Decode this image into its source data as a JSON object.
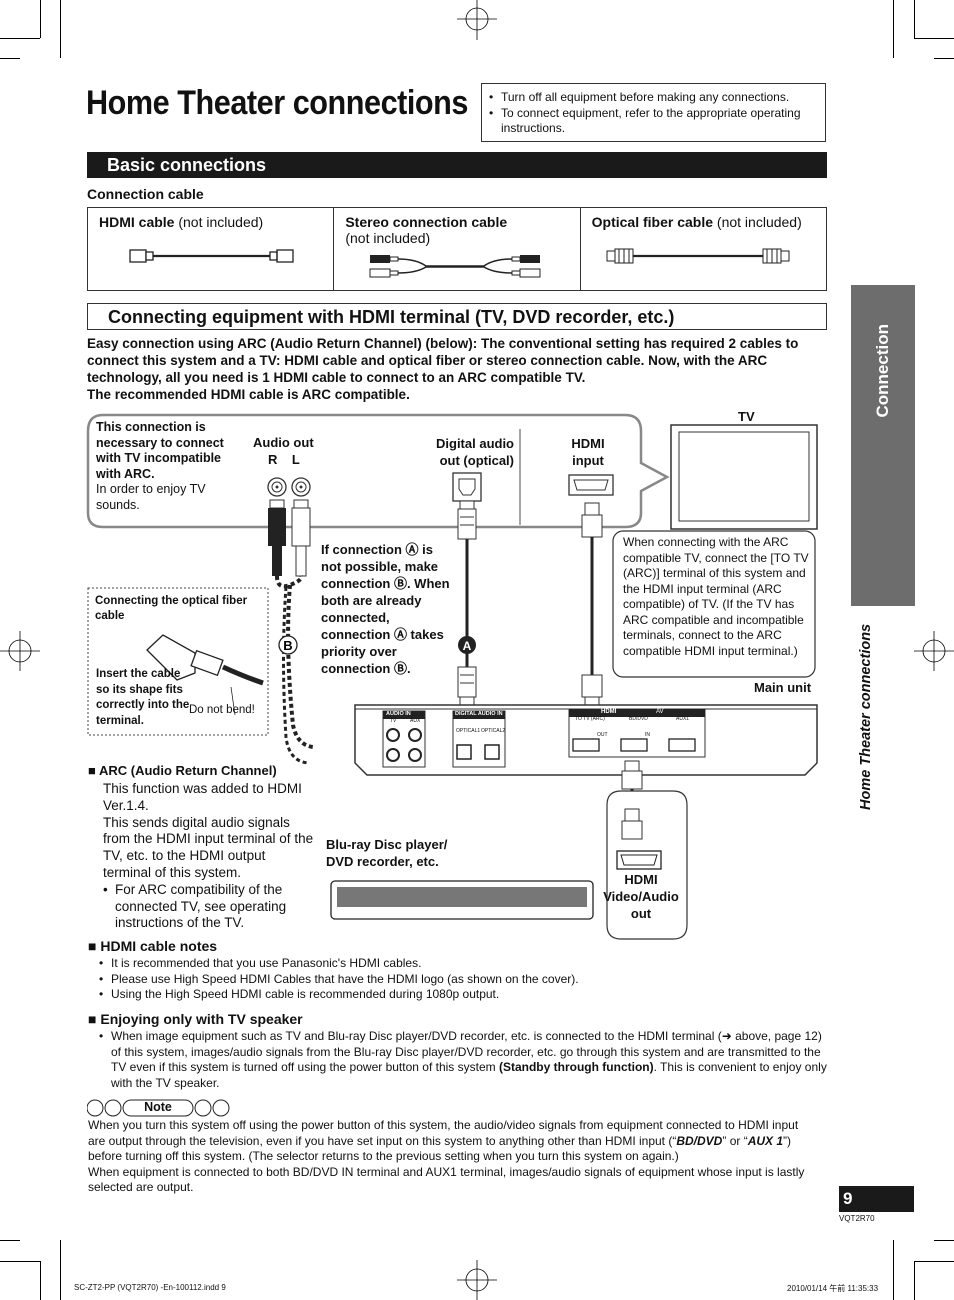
{
  "page_title": "Home Theater connections",
  "precautions": [
    "Turn off all equipment before making any connections.",
    "To connect equipment, refer to the appropriate operating instructions."
  ],
  "basic_connections": {
    "title": "Basic connections",
    "cable_label": "Connection cable",
    "cables": [
      {
        "name": "HDMI cable",
        "note": "(not included)"
      },
      {
        "name": "Stereo connection cable",
        "note": "(not included)"
      },
      {
        "name": "Optical fiber cable",
        "note": "(not included)"
      }
    ]
  },
  "hdmi_section": {
    "title": "Connecting equipment with HDMI terminal (TV, DVD recorder, etc.)",
    "intro": "Easy connection using ARC (Audio Return Channel) (below): The conventional setting has required 2 cables to connect this system and a TV: HDMI cable and optical fiber or stereo connection cable. Now, with the ARC technology, all you need is 1 HDMI cable to connect to an ARC compatible TV.",
    "recommended": "The recommended HDMI cable is ARC compatible."
  },
  "diagram": {
    "tv_label": "TV",
    "arc_note_bold": "This connection is necessary to connect with TV incompatible with ARC.",
    "arc_note_normal": "In order to enjoy TV sounds.",
    "audio_out": "Audio out",
    "audio_rl": "R    L",
    "digital_audio": "Digital audio out (optical)",
    "hdmi_input": "HDMI input",
    "if_connection": "If connection Ⓐ is not possible, make connection Ⓑ. When both are already connected, connection Ⓐ takes priority over connection Ⓑ.",
    "arc_callout": "When connecting with the ARC compatible TV, connect the [TO TV (ARC)] terminal of this system and the HDMI input terminal (ARC compatible) of TV. (If the TV has ARC compatible and incompatible terminals, connect to the ARC compatible HDMI input terminal.)",
    "main_unit": "Main unit",
    "optical_title": "Connecting the optical fiber cable",
    "optical_insert": "Insert the cable so its shape fits correctly into the terminal.",
    "do_not_bend": "Do not bend!",
    "marker_a": "A",
    "marker_b": "B",
    "bluray": "Blu-ray Disc player/ DVD recorder, etc.",
    "hdmi_av_out": "HDMI Video/Audio out",
    "panel_audio_in": "AUDIO IN",
    "panel_tv": "TV",
    "panel_aux": "AUX",
    "panel_digital": "DIGITAL AUDIO IN",
    "panel_optical1": "OPTICAL1",
    "panel_optical2": "OPTICAL2",
    "panel_hdmi": "HDMI",
    "panel_av": "AV",
    "panel_totv": "TO TV (ARC)",
    "panel_bddvd": "BD/DVD",
    "panel_aux1": "AUX1",
    "panel_out": "OUT",
    "panel_in": "IN"
  },
  "arc_section": {
    "heading": "ARC (Audio Return Channel)",
    "p1": "This function was added to HDMI Ver.1.4.",
    "p2": "This sends digital audio signals from the HDMI input terminal of the TV, etc. to the HDMI output terminal of this system.",
    "bullet": "For ARC compatibility of the connected TV, see operating instructions of the TV."
  },
  "hdmi_notes": {
    "heading": "HDMI cable notes",
    "items": [
      "It is recommended that you use Panasonic's HDMI cables.",
      "Please use High Speed HDMI Cables that have the HDMI logo (as shown on the cover).",
      "Using the High Speed HDMI cable is recommended during 1080p output."
    ]
  },
  "tv_speaker": {
    "heading": "Enjoying only with TV speaker",
    "text_a": "When image equipment such as TV and Blu-ray Disc player/DVD recorder, etc. is connected to the HDMI terminal (➜ above, page 12) of this system, images/audio signals from the Blu-ray Disc player/DVD recorder, etc. go through this system and are transmitted to the TV even if this system is turned off using the power button of this system ",
    "text_bold": "(Standby through function)",
    "text_b": ". This is convenient to enjoy only with the TV speaker."
  },
  "note": {
    "label": "Note",
    "p1_a": "When you turn this system off using the power button of this system, the audio/video signals from equipment connected to HDMI input are output through the television, even if you have set input on this system to anything other than HDMI input (“",
    "p1_b": "BD/DVD",
    "p1_c": "” or “",
    "p1_d": "AUX 1",
    "p1_e": "”) before turning off this system. (The selector returns to the previous setting when you turn this system on again.)",
    "p2": "When equipment is connected to both BD/DVD IN terminal and AUX1 terminal, images/audio signals of equipment whose input is lastly selected are output."
  },
  "side_tab": "Connection",
  "side_section": "Home Theater connections",
  "page_number": "9",
  "doc_code": "VQT2R70",
  "footer_file": "SC-ZT2-PP (VQT2R70) -En-100112.indd   9",
  "footer_date": "2010/01/14   午前 11:35:33"
}
